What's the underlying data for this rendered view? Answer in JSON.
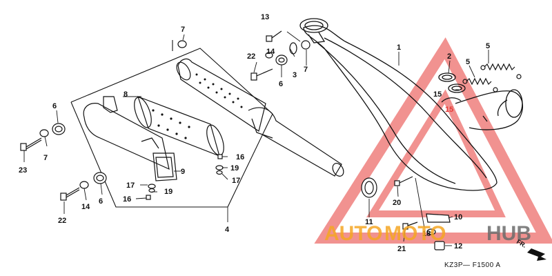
{
  "callouts": {
    "n1": "1",
    "n2": "2",
    "n3": "3",
    "n4": "4",
    "n5a": "5",
    "n5b": "5",
    "n6a": "6",
    "n6b": "6",
    "n6c": "6",
    "n7a": "7",
    "n7b": "7",
    "n7c": "7",
    "n8": "8",
    "n9": "9",
    "n10": "10",
    "n11": "11",
    "n12": "12",
    "n13": "13",
    "n14a": "14",
    "n14b": "14",
    "n15a": "15",
    "n15b": "15",
    "n16a": "16",
    "n16b": "16",
    "n17a": "17",
    "n17b": "17",
    "n18": "18",
    "n19a": "19",
    "n19b": "19",
    "n20": "20",
    "n21": "21",
    "n22a": "22",
    "n22b": "22",
    "n23": "23"
  },
  "front_label": "FR.",
  "diagram_code": "KZ3P— F1500  A",
  "watermark": {
    "part1": "AUTO",
    "part2": "MOTO",
    "part3": "HUB"
  },
  "colors": {
    "watermark_orange": "#f5a623",
    "watermark_red": "#e53935",
    "watermark_grey": "#6b6b6b",
    "line": "#111111"
  }
}
